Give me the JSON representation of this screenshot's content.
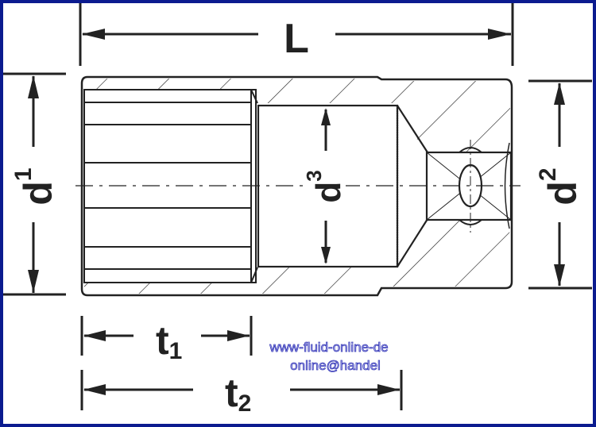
{
  "drawing": {
    "subject": "Socket wrench insert cross-section with dimension callouts",
    "colors": {
      "frame": "#0b1b8f",
      "line": "#222222",
      "background": "#ffffff",
      "watermark": "#3a3cb8"
    },
    "dimensions": {
      "L": {
        "label": "L",
        "sub": ""
      },
      "d1": {
        "label": "d",
        "sub": "1"
      },
      "d2": {
        "label": "d",
        "sub": "2"
      },
      "d3": {
        "label": "d",
        "sub": "3"
      },
      "t1": {
        "label": "t",
        "sub": "1"
      },
      "t2": {
        "label": "t",
        "sub": "2"
      }
    },
    "watermark": {
      "line1": "www-fluid-online-de",
      "line2": "online@handel"
    }
  }
}
